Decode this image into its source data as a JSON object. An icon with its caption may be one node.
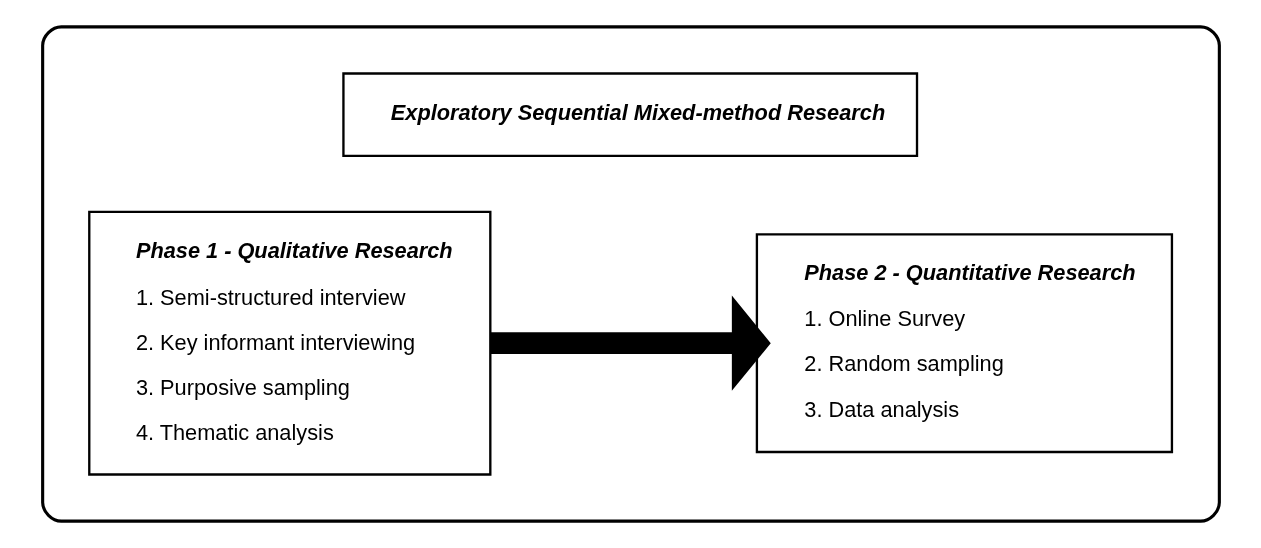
{
  "diagram": {
    "nodes": [
      {
        "text": [],
        "shape": "box"
      },
      {
        "text": [
          "Exploratory Sequential Mixed-method Research"
        ],
        "in": 0
      },
      {
        "text": [
          "Phase 1 - Qualitative Research",
          "1. Semi-structured interview",
          "2. Key informant interviewing",
          "3. Purposive sampling",
          "4. Thematic analysis"
        ],
        "in": 0
      },
      {
        "text": [
          "Phase 2 - Quantitative Research",
          "1. Online Survey",
          "2. Random sampling",
          "3. Data analysis"
        ],
        "in": 0
      }
    ],
    "edges": [
      {
        "from": 2,
        "to": 3,
        "arrow": "to"
      }
    ]
  }
}
